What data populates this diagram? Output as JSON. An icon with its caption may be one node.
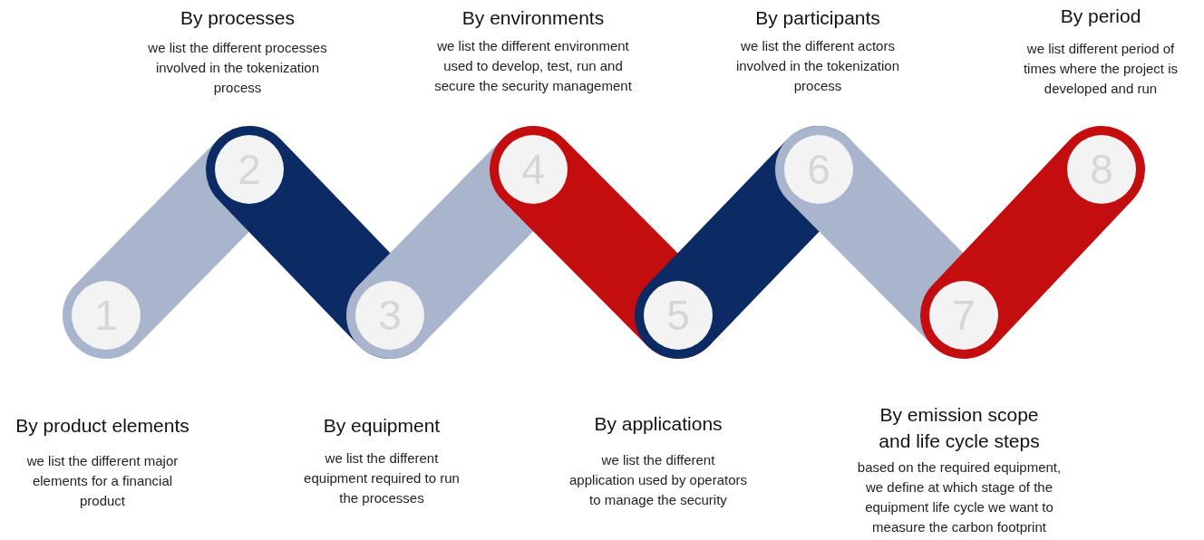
{
  "diagram": {
    "nodes": [
      {
        "text": [
          "1"
        ],
        "beside": [
          "By product elements",
          "we list the different major elements for a financial product"
        ]
      },
      {
        "text": [
          "2"
        ],
        "beside": [
          "By processes",
          "we list the different processes involved in the tokenization process"
        ]
      },
      {
        "text": [
          "3"
        ],
        "beside": [
          "By equipment",
          "we list the different equipment required to run the processes"
        ]
      },
      {
        "text": [
          "4"
        ],
        "beside": [
          "By environments",
          "we list the different environment used to develop, test, run and secure the security management"
        ]
      },
      {
        "text": [
          "5"
        ],
        "beside": [
          "By applications",
          "we list the different application used by operators to manage the security"
        ]
      },
      {
        "text": [
          "6"
        ],
        "beside": [
          "By participants",
          "we list the different actors involved in the tokenization process"
        ]
      },
      {
        "text": [
          "7"
        ],
        "beside": [
          "By emission scope and life cycle steps",
          "based on the required equipment, we define at which stage of the equipment life cycle we want to measure the carbon footprint"
        ]
      },
      {
        "text": [
          "8"
        ],
        "beside": [
          "By period",
          "we list different period of times where the project is developed and run"
        ]
      }
    ],
    "edges": [
      {
        "from": 0,
        "to": 1,
        "arrow": "none",
        "color": "#a9b5cc"
      },
      {
        "from": 1,
        "to": 2,
        "arrow": "none",
        "color": "#0c2a63"
      },
      {
        "from": 2,
        "to": 3,
        "arrow": "none",
        "color": "#a9b5cc"
      },
      {
        "from": 3,
        "to": 4,
        "arrow": "none",
        "color": "#c30d0f"
      },
      {
        "from": 4,
        "to": 5,
        "arrow": "none",
        "color": "#0c2a63"
      },
      {
        "from": 5,
        "to": 6,
        "arrow": "none",
        "color": "#a9b5cc"
      },
      {
        "from": 6,
        "to": 7,
        "arrow": "none",
        "color": "#c30d0f"
      }
    ]
  }
}
